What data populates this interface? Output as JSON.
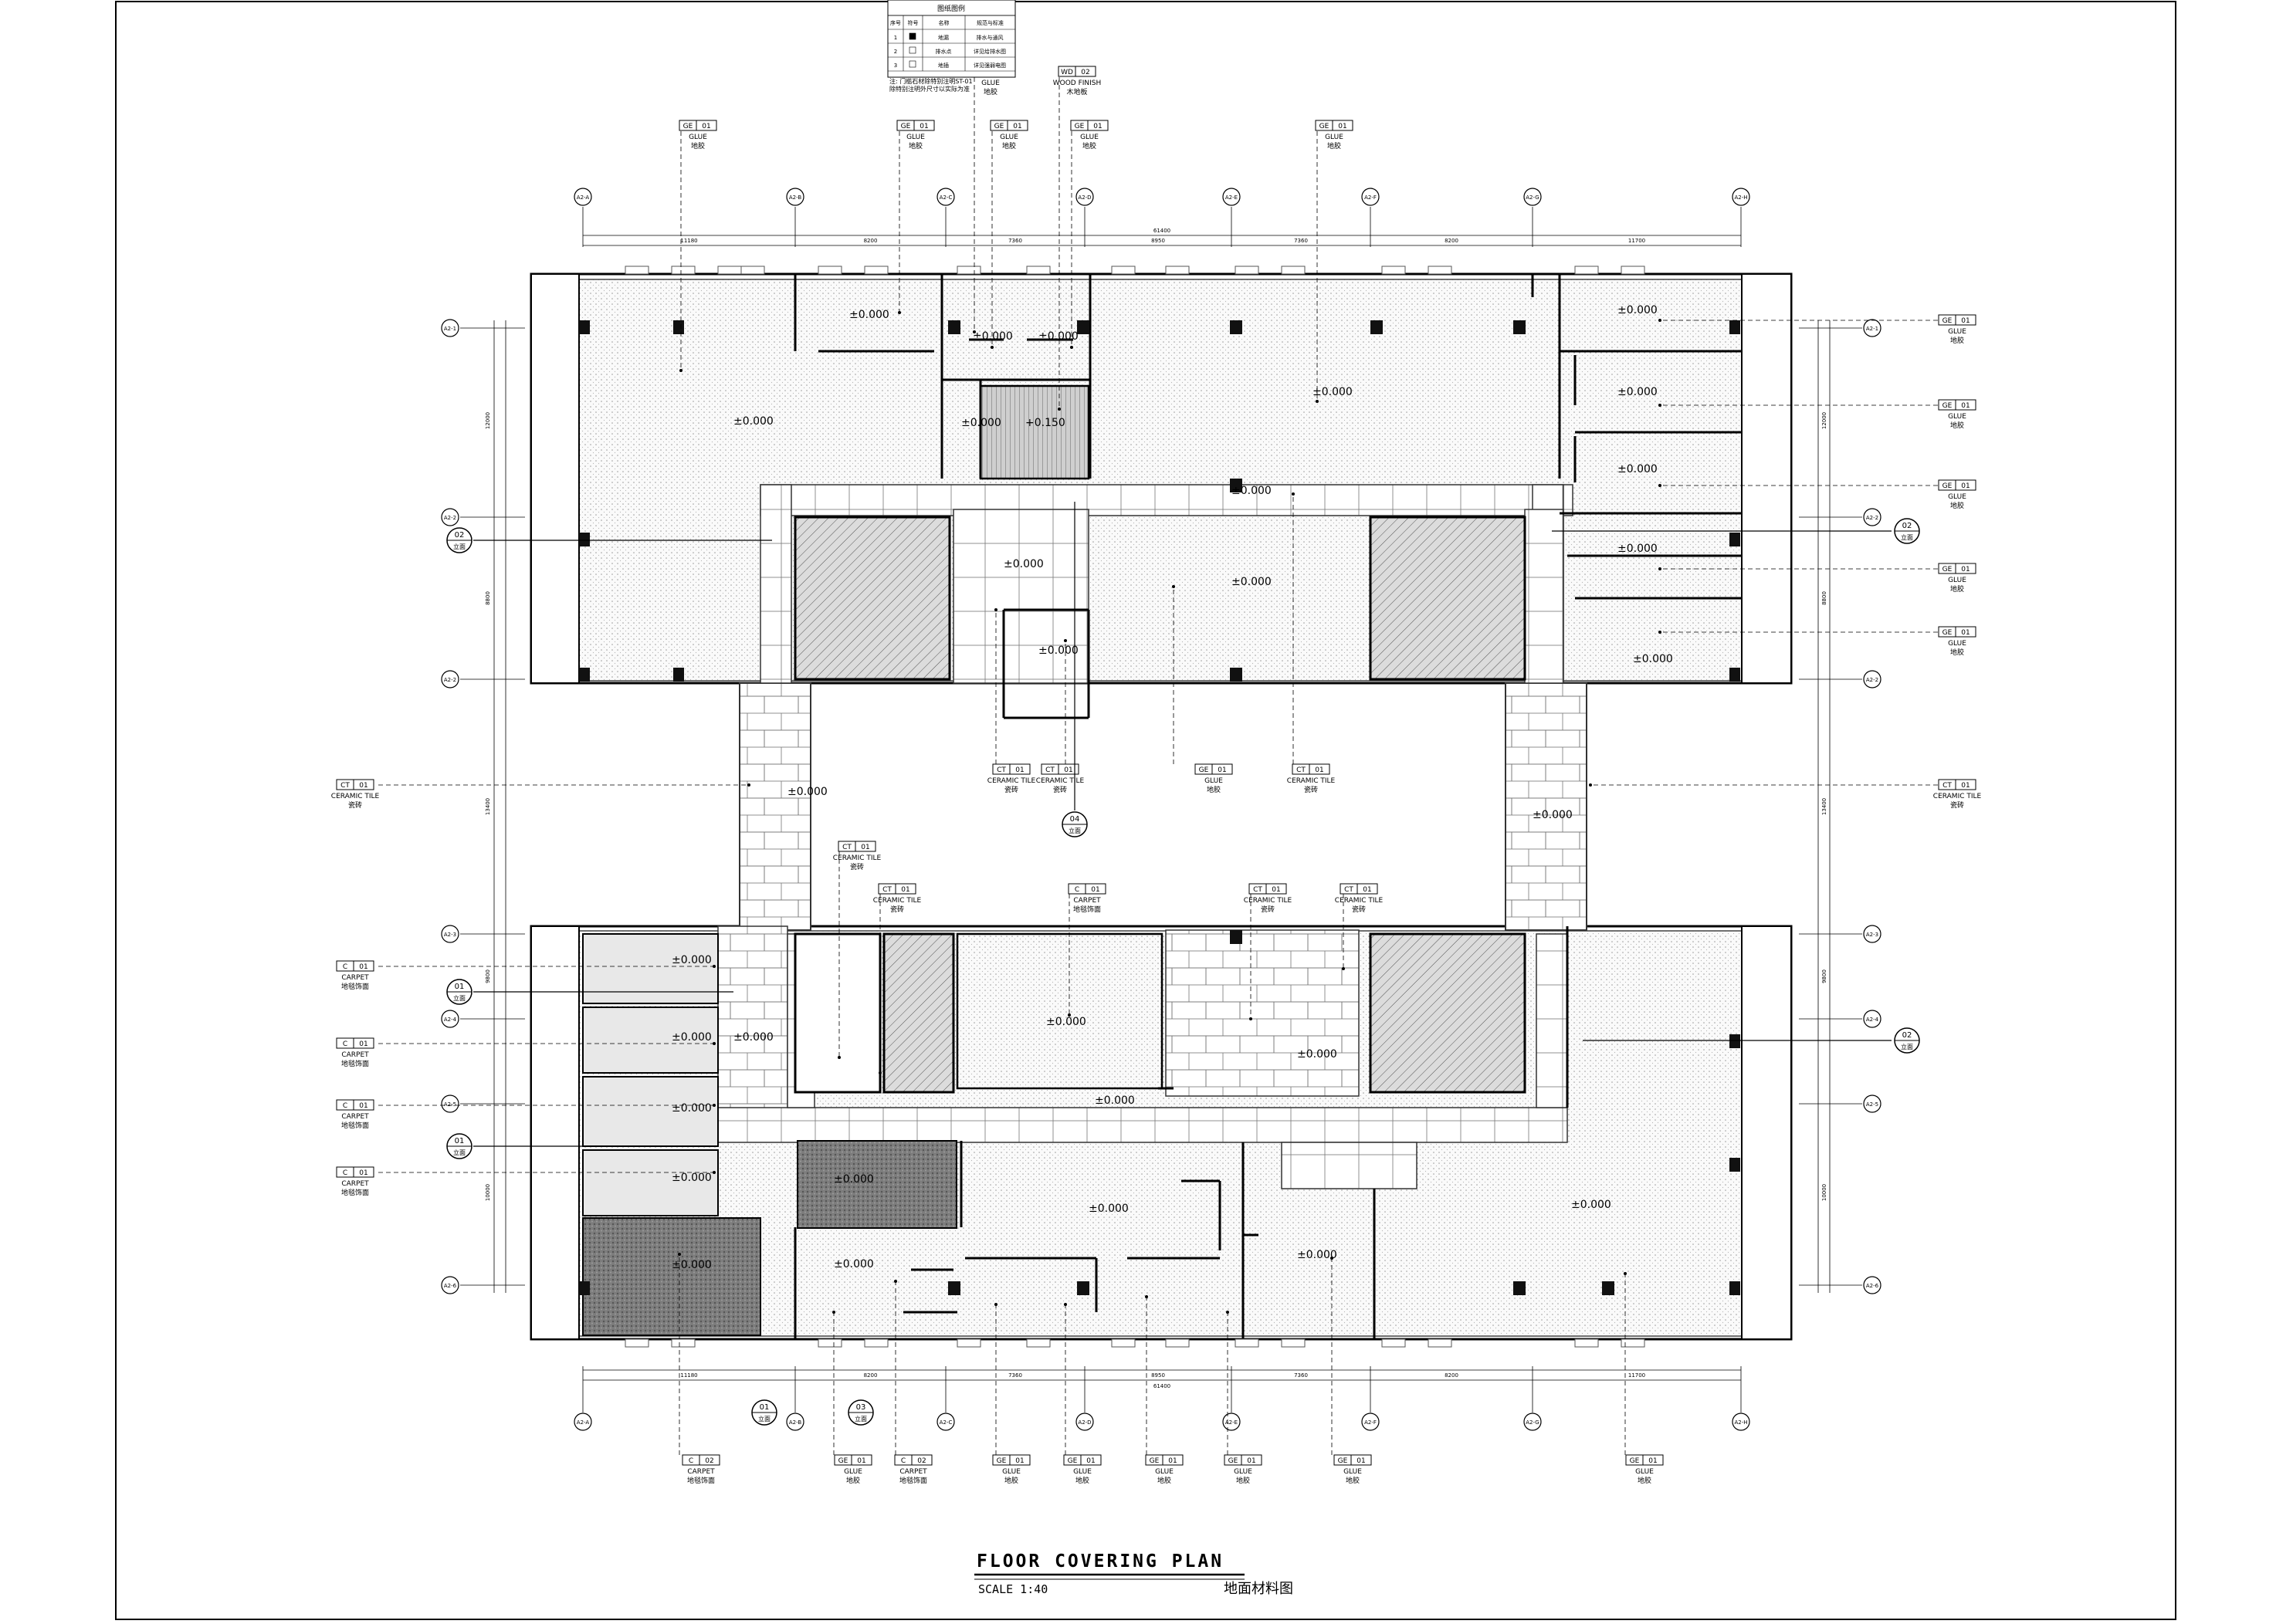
{
  "legend": {
    "title": "图纸图例",
    "headers": [
      "序号",
      "符号",
      "名称",
      "规范与标准"
    ],
    "rows": [
      {
        "no": "1",
        "name": "地漏",
        "note": "排水与通风"
      },
      {
        "no": "2",
        "name": "排水点",
        "note": "详见给排水图"
      },
      {
        "no": "3",
        "name": "地插",
        "note": "详见强弱电图"
      }
    ],
    "notes": [
      "注: 门槛石材除特别注明ST-01",
      "    除特别注明外尺寸以实际为准"
    ]
  },
  "title_block": {
    "title": "FLOOR COVERING PLAN",
    "scale": "SCALE 1:40",
    "title_cn": "地面材料图"
  },
  "column_grid": {
    "top": [
      "A2-A",
      "A2-B",
      "A2-C",
      "A2-D",
      "A2-E",
      "A2-F",
      "A2-G",
      "A2-H"
    ],
    "side": [
      "A2-1",
      "A2-2",
      "A2-3",
      "A2-4",
      "A2-5",
      "A2-6"
    ],
    "dims": [
      "11180",
      "8200",
      "7360",
      "8950",
      "7360",
      "8200",
      "11700"
    ],
    "total": "61400",
    "vert_left": [
      "12000",
      "8800",
      "13400",
      "9800",
      "10000"
    ],
    "vert_right": [
      "12000",
      "8800",
      "13400",
      "9800",
      "10000"
    ]
  },
  "levels": {
    "zero": "±0.000",
    "raised": "+0.150"
  },
  "materials": {
    "ge": {
      "code": "GE",
      "num": "01",
      "name": "GLUE",
      "cn": "地胶"
    },
    "wd": {
      "code": "WD",
      "num": "02",
      "name": "WOOD FINISH",
      "cn": "木地板"
    },
    "ct": {
      "code": "CT",
      "num": "01",
      "name": "CERAMIC TILE",
      "cn": "瓷砖"
    },
    "c1": {
      "code": "C",
      "num": "01",
      "name": "CARPET",
      "cn": "地毯饰面"
    },
    "c2": {
      "code": "C",
      "num": "02",
      "name": "CARPET",
      "cn": "地毯饰面"
    }
  },
  "sections": [
    {
      "num": "02",
      "ref": "立面"
    },
    {
      "num": "02",
      "ref": "立面"
    },
    {
      "num": "04",
      "ref": "立面"
    },
    {
      "num": "01",
      "ref": "立面"
    },
    {
      "num": "01",
      "ref": "立面"
    },
    {
      "num": "02",
      "ref": "立面"
    },
    {
      "num": "01",
      "ref": "立面"
    },
    {
      "num": "03",
      "ref": "立面"
    }
  ]
}
